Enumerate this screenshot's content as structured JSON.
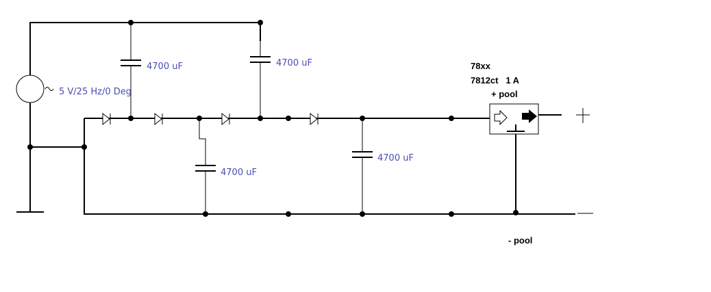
{
  "source_label": "5 V/25 Hz/0 Deg",
  "capacitors": [
    {
      "id": "c1",
      "label": "4700 uF"
    },
    {
      "id": "c2",
      "label": "4700 uF"
    },
    {
      "id": "c3",
      "label": "4700 uF"
    },
    {
      "id": "c4",
      "label": "4700 uF"
    }
  ],
  "regulator": {
    "family": "78xx",
    "part": "7812ct   1 A",
    "plus_label": "+ pool",
    "minus_label": "- pool"
  },
  "terminals": {
    "plus": "+",
    "minus": "—"
  }
}
